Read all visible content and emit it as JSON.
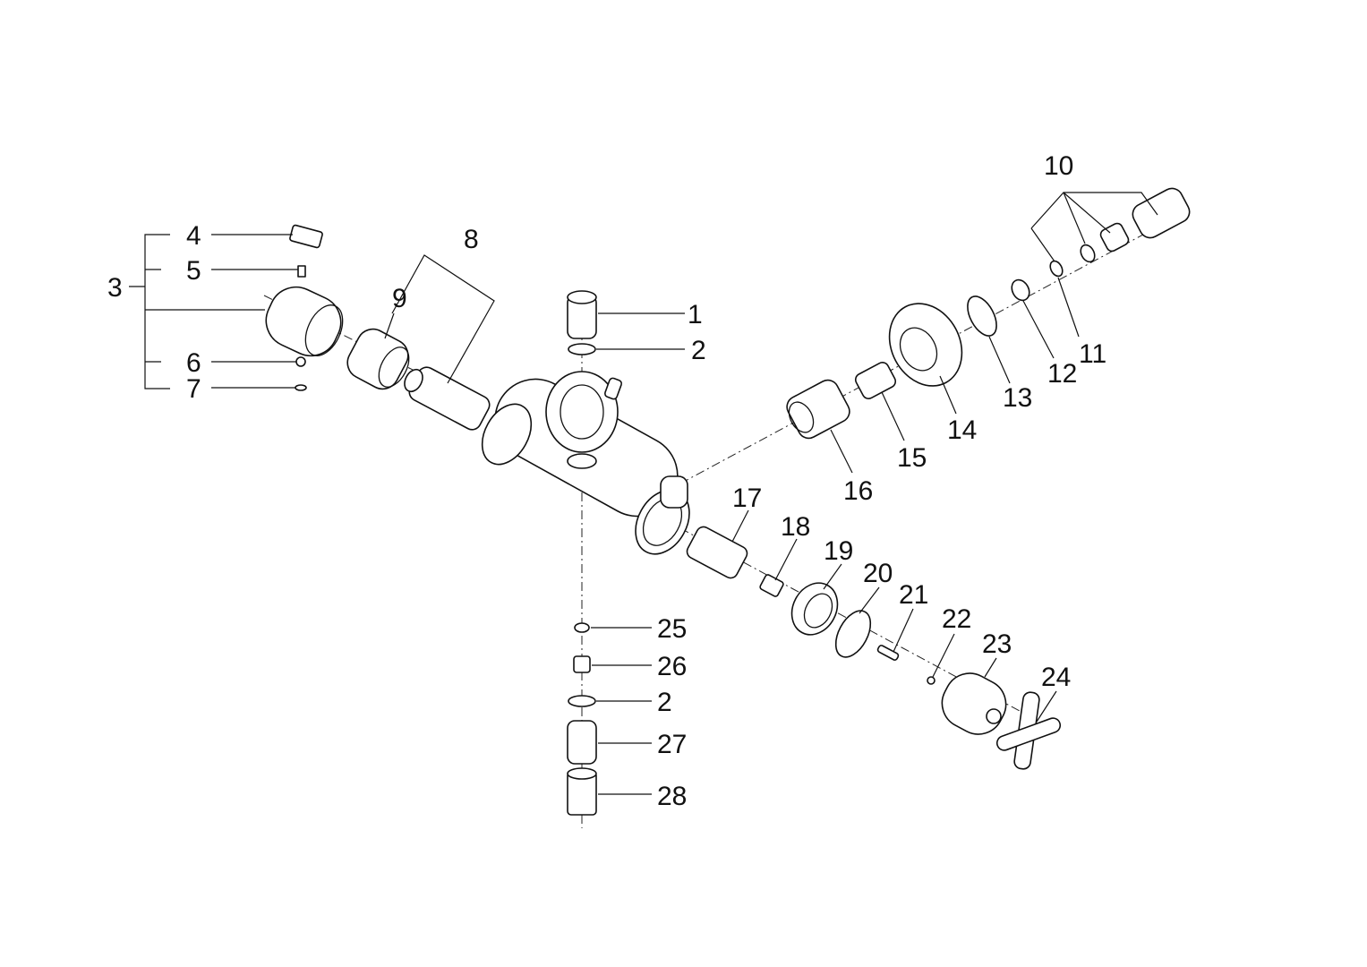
{
  "callouts": [
    {
      "id": "1",
      "label": "1"
    },
    {
      "id": "2",
      "label": "2"
    },
    {
      "id": "3",
      "label": "3"
    },
    {
      "id": "4",
      "label": "4"
    },
    {
      "id": "5",
      "label": "5"
    },
    {
      "id": "6",
      "label": "6"
    },
    {
      "id": "7",
      "label": "7"
    },
    {
      "id": "8",
      "label": "8"
    },
    {
      "id": "9",
      "label": "9"
    },
    {
      "id": "10",
      "label": "10"
    },
    {
      "id": "11",
      "label": "11"
    },
    {
      "id": "12",
      "label": "12"
    },
    {
      "id": "13",
      "label": "13"
    },
    {
      "id": "14",
      "label": "14"
    },
    {
      "id": "15",
      "label": "15"
    },
    {
      "id": "16",
      "label": "16"
    },
    {
      "id": "17",
      "label": "17"
    },
    {
      "id": "18",
      "label": "18"
    },
    {
      "id": "19",
      "label": "19"
    },
    {
      "id": "20",
      "label": "20"
    },
    {
      "id": "21",
      "label": "21"
    },
    {
      "id": "22",
      "label": "22"
    },
    {
      "id": "23",
      "label": "23"
    },
    {
      "id": "24",
      "label": "24"
    },
    {
      "id": "25",
      "label": "25"
    },
    {
      "id": "26",
      "label": "26"
    },
    {
      "id": "2b",
      "label": "2"
    },
    {
      "id": "27",
      "label": "27"
    },
    {
      "id": "28",
      "label": "28"
    }
  ],
  "colors": {
    "line": "#111111",
    "background": "#ffffff"
  }
}
